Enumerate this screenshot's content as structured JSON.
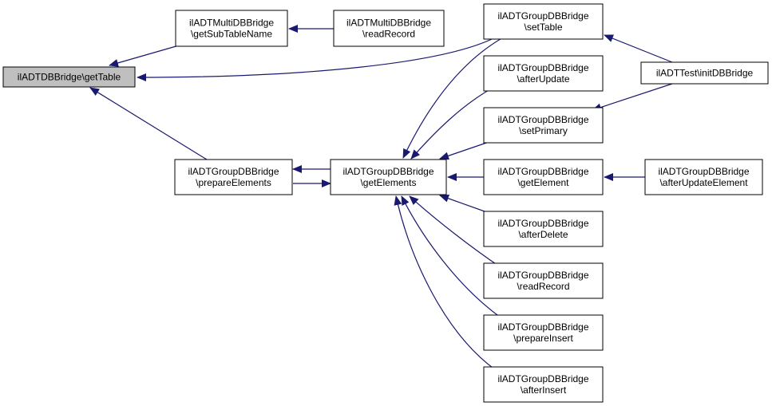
{
  "colors": {
    "node_fill": "#ffffff",
    "node_highlight_fill": "#bfbfbf",
    "node_border": "#000000",
    "edge": "#191970",
    "arrow": "#191970",
    "text": "#000000"
  },
  "nodes": [
    {
      "id": "n_gettable",
      "lines": [
        "ilADTDBBridge\\getTable"
      ],
      "highlight": true
    },
    {
      "id": "n_multi_getsub",
      "lines": [
        "ilADTMultiDBBridge",
        "\\getSubTableName"
      ]
    },
    {
      "id": "n_multi_read",
      "lines": [
        "ilADTMultiDBBridge",
        "\\readRecord"
      ]
    },
    {
      "id": "n_grp_prepare_el",
      "lines": [
        "ilADTGroupDBBridge",
        "\\prepareElements"
      ]
    },
    {
      "id": "n_grp_getelements",
      "lines": [
        "ilADTGroupDBBridge",
        "\\getElements"
      ]
    },
    {
      "id": "n_grp_settable",
      "lines": [
        "ilADTGroupDBBridge",
        "\\setTable"
      ]
    },
    {
      "id": "n_grp_afterupdate",
      "lines": [
        "ilADTGroupDBBridge",
        "\\afterUpdate"
      ]
    },
    {
      "id": "n_grp_setprimary",
      "lines": [
        "ilADTGroupDBBridge",
        "\\setPrimary"
      ]
    },
    {
      "id": "n_grp_getelement",
      "lines": [
        "ilADTGroupDBBridge",
        "\\getElement"
      ]
    },
    {
      "id": "n_grp_afterdelete",
      "lines": [
        "ilADTGroupDBBridge",
        "\\afterDelete"
      ]
    },
    {
      "id": "n_grp_readrecord",
      "lines": [
        "ilADTGroupDBBridge",
        "\\readRecord"
      ]
    },
    {
      "id": "n_grp_prepareinsert",
      "lines": [
        "ilADTGroupDBBridge",
        "\\prepareInsert"
      ]
    },
    {
      "id": "n_grp_afterinsert",
      "lines": [
        "ilADTGroupDBBridge",
        "\\afterInsert"
      ]
    },
    {
      "id": "n_test_init",
      "lines": [
        "ilADTTest\\initDBBridge"
      ]
    },
    {
      "id": "n_grp_afterupdateelement",
      "lines": [
        "ilADTGroupDBBridge",
        "\\afterUpdateElement"
      ]
    }
  ],
  "edges": [
    {
      "from": "n_multi_getsub",
      "to": "n_gettable"
    },
    {
      "from": "n_multi_read",
      "to": "n_multi_getsub"
    },
    {
      "from": "n_grp_settable",
      "to": "n_gettable"
    },
    {
      "from": "n_grp_prepare_el",
      "to": "n_gettable"
    },
    {
      "from": "n_grp_getelements",
      "to": "n_grp_prepare_el"
    },
    {
      "from": "n_grp_prepare_el",
      "to": "n_grp_getelements"
    },
    {
      "from": "n_grp_settable",
      "to": "n_grp_getelements"
    },
    {
      "from": "n_grp_afterupdate",
      "to": "n_grp_getelements"
    },
    {
      "from": "n_grp_setprimary",
      "to": "n_grp_getelements"
    },
    {
      "from": "n_grp_getelement",
      "to": "n_grp_getelements"
    },
    {
      "from": "n_grp_afterdelete",
      "to": "n_grp_getelements"
    },
    {
      "from": "n_grp_readrecord",
      "to": "n_grp_getelements"
    },
    {
      "from": "n_grp_prepareinsert",
      "to": "n_grp_getelements"
    },
    {
      "from": "n_grp_afterinsert",
      "to": "n_grp_getelements"
    },
    {
      "from": "n_test_init",
      "to": "n_grp_settable"
    },
    {
      "from": "n_test_init",
      "to": "n_grp_setprimary"
    },
    {
      "from": "n_grp_afterupdateelement",
      "to": "n_grp_getelement"
    }
  ]
}
